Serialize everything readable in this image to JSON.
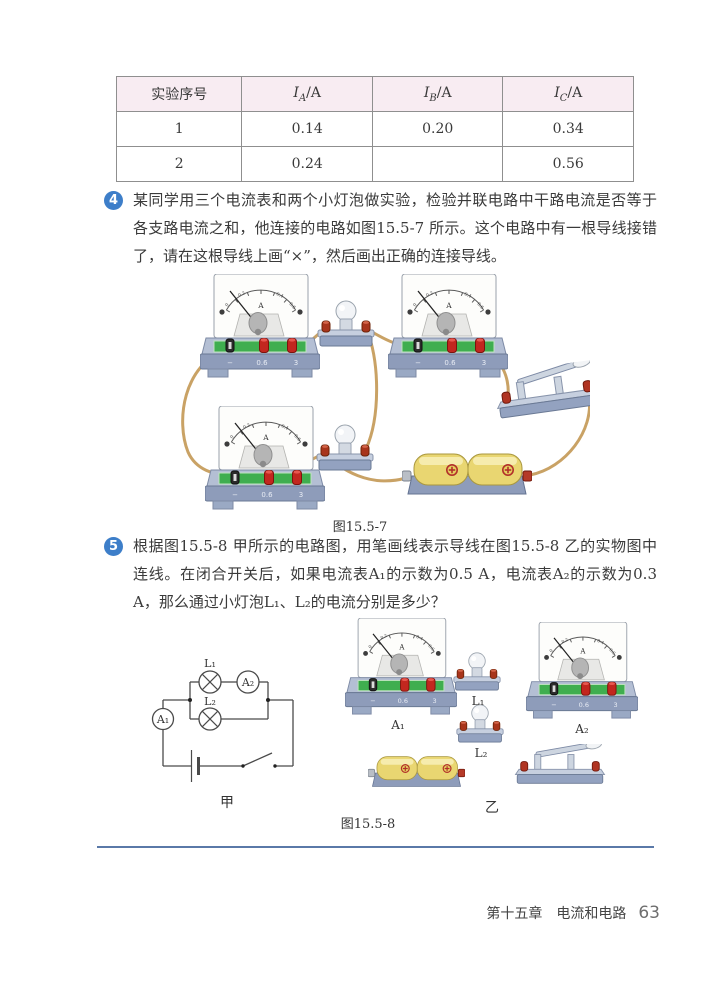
{
  "table": {
    "headers": {
      "col1": "实验序号",
      "col2": {
        "base": "I",
        "sub": "A",
        "unit": "/A"
      },
      "col3": {
        "base": "I",
        "sub": "B",
        "unit": "/A"
      },
      "col4": {
        "base": "I",
        "sub": "C",
        "unit": "/A"
      }
    },
    "rows": [
      [
        "1",
        "0.14",
        "0.20",
        "0.34"
      ],
      [
        "2",
        "0.24",
        "",
        "0.56"
      ]
    ]
  },
  "questions": {
    "q4": {
      "number": "4",
      "text": "某同学用三个电流表和两个小灯泡做实验，检验并联电路中干路电流是否等于各支路电流之和，他连接的电路如图15.5-7 所示。这个电路中有一根导线接错了，请在这根导线上画“×”，然后画出正确的连接导线。"
    },
    "q5": {
      "number": "5",
      "text": "根据图15.5-8 甲所示的电路图，用笔画线表示导线在图15.5-8 乙的实物图中连线。在闭合开关后，如果电流表A₁的示数为0.5 A，电流表A₂的示数为0.3 A，那么通过小灯泡L₁、L₂的电流分别是多少？"
    }
  },
  "meter": {
    "dial": "A",
    "scale": [
      "0",
      "0.2",
      "0.4",
      "0.6"
    ],
    "base": [
      "−",
      "0.6",
      "3"
    ]
  },
  "figure157": {
    "caption": "图15.5-7"
  },
  "figure158": {
    "caption": "图15.5-8",
    "left_label": "甲",
    "right_label": "乙",
    "schematic": {
      "a1": "A₁",
      "a2": "A₂",
      "l1": "L₁",
      "l2": "L₂"
    },
    "components": {
      "a1": "A₁",
      "a2": "A₂",
      "l1": "L₁",
      "l2": "L₂"
    }
  },
  "footer": {
    "chapter": "第十五章",
    "title": "电流和电路",
    "page": "63"
  },
  "colors": {
    "accent_blue": "#3d7ec9",
    "wire": "#c9a265",
    "rule": "#5a79a8",
    "header_pink": "#f8ecf2"
  }
}
